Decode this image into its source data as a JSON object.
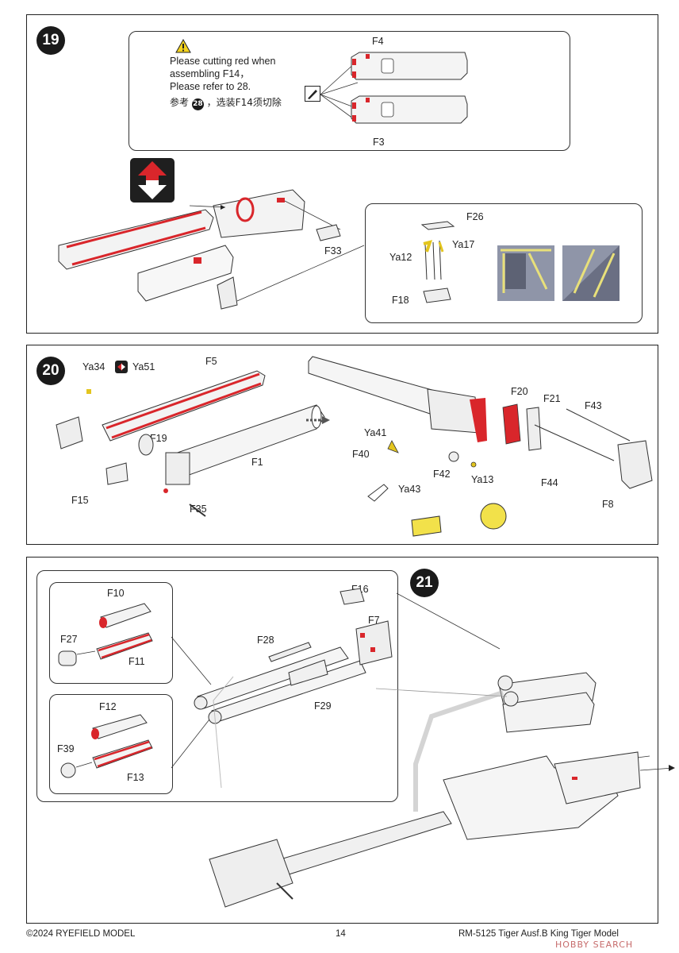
{
  "steps": {
    "s19": {
      "number": "19",
      "warning_lines": [
        "Please cutting red when",
        "assembling F14，",
        "Please refer to 28."
      ],
      "cn_prefix": "参考",
      "cn_ref": "28",
      "cn_suffix": "，选装F14须切除",
      "labels": {
        "f4": "F4",
        "f3": "F3",
        "f33": "F33",
        "f26": "F26",
        "ya12": "Ya12",
        "ya17": "Ya17",
        "f18": "F18"
      }
    },
    "s20": {
      "number": "20",
      "labels": {
        "ya34": "Ya34",
        "ya51": "Ya51",
        "f5": "F5",
        "f19": "F19",
        "f1": "F1",
        "f15": "F15",
        "f35": "F35",
        "f20": "F20",
        "f21": "F21",
        "f43": "F43",
        "ya41": "Ya41",
        "f40": "F40",
        "f42": "F42",
        "ya13": "Ya13",
        "ya43": "Ya43",
        "f44": "F44",
        "f8": "F8"
      }
    },
    "s21": {
      "number": "21",
      "labels": {
        "f10": "F10",
        "f27": "F27",
        "f11": "F11",
        "f12": "F12",
        "f39": "F39",
        "f13": "F13",
        "f16": "F16",
        "f7": "F7",
        "f28": "F28",
        "f29": "F29"
      }
    }
  },
  "footer": {
    "copyright": "©2024 RYEFIELD MODEL",
    "page": "14",
    "product": "RM-5125 Tiger Ausf.B King Tiger Model",
    "watermark": "HOBBY SEARCH"
  },
  "colors": {
    "highlight_red": "#d9262b",
    "yellow": "#f2e14a",
    "panel_border": "#222222",
    "grey_part": "#eeeeee"
  }
}
